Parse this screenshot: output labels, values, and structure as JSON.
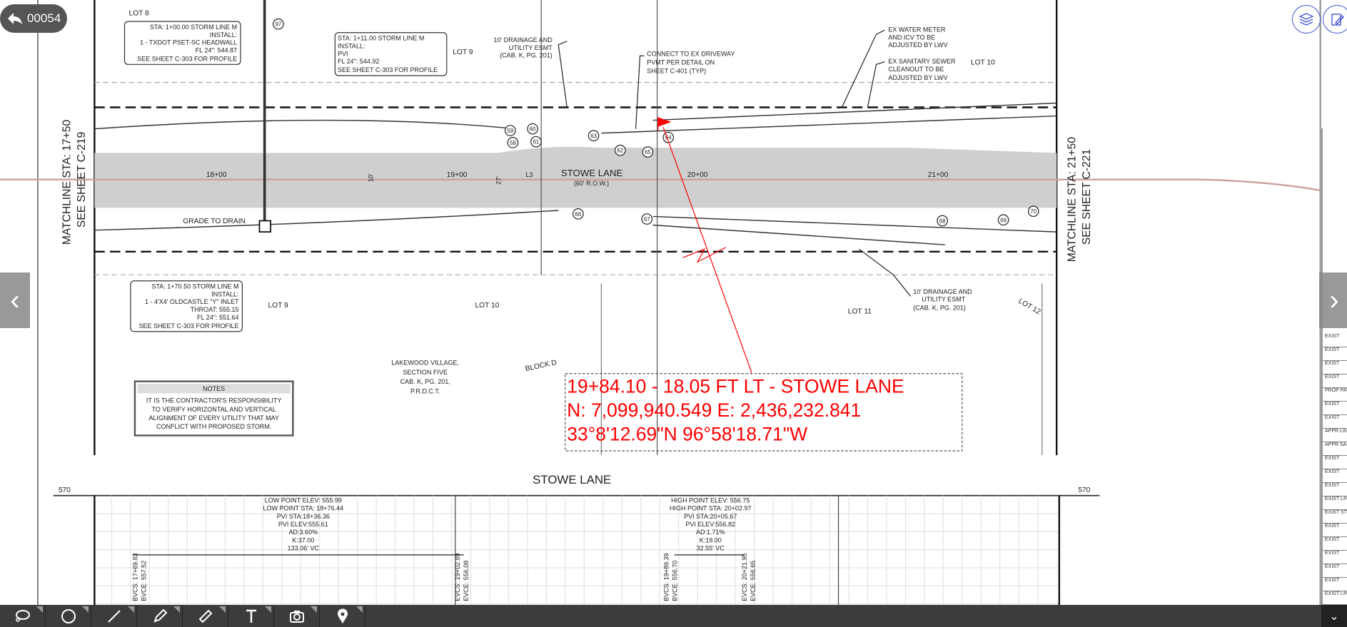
{
  "viewer": {
    "back_label": "00054",
    "accent_color": "#4455cc",
    "toolbar_tools": [
      {
        "name": "lasso",
        "icon": "lasso-icon"
      },
      {
        "name": "ellipse",
        "icon": "circle-icon"
      },
      {
        "name": "line",
        "icon": "line-icon"
      },
      {
        "name": "pencil",
        "icon": "pencil-icon"
      },
      {
        "name": "ruler",
        "icon": "ruler-icon"
      },
      {
        "name": "text",
        "icon": "text-icon",
        "glyph": "T"
      },
      {
        "name": "camera",
        "icon": "camera-icon"
      },
      {
        "name": "location",
        "icon": "map-pin-icon"
      }
    ]
  },
  "plan": {
    "lots": [
      "LOT 8",
      "LOT 9",
      "LOT 10",
      "LOT 9",
      "LOT 10",
      "LOT 11",
      "LOT 12"
    ],
    "block": "BLOCK D",
    "subdivision": [
      "LAKEWOOD VILLAGE,",
      "SECTION FIVE",
      "CAB. K, PG. 201,",
      "P.R.D.C.T."
    ],
    "street_name": "STOWE LANE",
    "row": "(60' R.O.W.)",
    "line_label": "L3",
    "stations": [
      "18+00",
      "19+00",
      "20+00",
      "21+00"
    ],
    "matchline_left": [
      "MATCHLINE STA: 17+50",
      "SEE SHEET C-219"
    ],
    "matchline_right": [
      "MATCHLINE STA: 21+50",
      "SEE SHEET C-221"
    ],
    "grade_to_drain": "GRADE TO DRAIN",
    "callout_1": [
      "STA: 1+00.00 STORM LINE M",
      "INSTALL:",
      "1 - TXDOT PSET-SC HEADWALL",
      "FL 24\": 544.87",
      "SEE SHEET C-303 FOR PROFILE"
    ],
    "callout_2": [
      "STA: 1+11.00 STORM LINE M",
      "INSTALL:",
      "PVI",
      "FL 24\": 544.92",
      "SEE SHEET C-303 FOR PROFILE"
    ],
    "callout_3": [
      "STA: 1+70.50 STORM LINE M",
      "INSTALL:",
      "1 - 4'X4' OLDCASTLE \"Y\" INLET",
      "THROAT: 555.15",
      "FL 24\": 551.64",
      "SEE SHEET C-303 FOR PROFILE"
    ],
    "drainage_top": [
      "10' DRAINAGE AND",
      "UTILITY ESMT",
      "(CAB. K, PG. 201)"
    ],
    "drainage_bottom": [
      "10' DRAINAGE AND",
      "UTILITY ESMT",
      "(CAB. K, PG. 201)"
    ],
    "driveway_note": [
      "CONNECT TO EX DRIVEWAY",
      "PVMT PER DETAIL ON",
      "SHEET C-401 (TYP)"
    ],
    "water_note": [
      "EX WATER METER",
      "AND ICV TO BE",
      "ADJUSTED BY LWV"
    ],
    "sewer_note": [
      "EX SANITARY SEWER",
      "CLEANOUT TO BE",
      "ADJUSTED BY LWV"
    ],
    "notes_title": "NOTES",
    "notes_text": [
      "IT IS THE CONTRACTOR'S RESPONSIBILITY",
      "TO VERIFY HORIZONTAL AND VERTICAL",
      "ALIGNMENT OF EVERY UTILITY THAT MAY",
      "CONFLICT WITH PROPOSED STORM."
    ],
    "point_ids_top": [
      "97",
      "59",
      "60",
      "58",
      "61",
      "63",
      "62",
      "65",
      "64"
    ],
    "point_ids_bottom": [
      "66",
      "67",
      "68",
      "69",
      "70"
    ],
    "dim_10": "10'",
    "dim_27": "27'"
  },
  "annotation": {
    "color": "#ff0000",
    "lines": [
      "19+84.10 - 18.05 FT LT - STOWE LANE",
      "N: 7,099,940.549 E: 2,436,232.841",
      "33°8'12.69\"N 96°58'18.71\"W"
    ]
  },
  "profile": {
    "title": "STOWE LANE",
    "elev_left": "570",
    "elev_right": "570",
    "low_point": [
      "LOW POINT ELEV: 555.99",
      "LOW POINT STA: 18+76.44",
      "PVI STA:18+36.36",
      "PVI ELEV:555.61",
      "AD:3.60%",
      "K:37.00",
      "133.06' VC"
    ],
    "high_point": [
      "HIGH POINT ELEV: 556.75",
      "HIGH POINT STA: 20+02.97",
      "PVI STA:20+05.67",
      "PVI ELEV:556.82",
      "AD:1.71%",
      "K:19.00",
      "32.55' VC"
    ],
    "vc_labels": [
      [
        "BVCS: 17+69.83",
        "BVCE: 557.52"
      ],
      [
        "EVCS: 19+02.89",
        "EVCE: 556.08"
      ],
      [
        "BVCS: 19+89.39",
        "BVCE: 556.70"
      ],
      [
        "EVCS: 20+21.95",
        "EVCE: 556.65"
      ]
    ]
  },
  "side_panel": {
    "rows": [
      "EXIST",
      "EXIST",
      "EXIST",
      "EXIST",
      "PROP PAVE",
      "EXIST",
      "EXIST",
      "APPR LINE",
      "APPR SANIT",
      "EXIST",
      "EXIST",
      "EXIST",
      "EXIST LINE",
      "EXIST STRU",
      "EXIST",
      "EXIST",
      "EXIST",
      "EXIST",
      "EXIST",
      "EXIST LINE"
    ]
  }
}
